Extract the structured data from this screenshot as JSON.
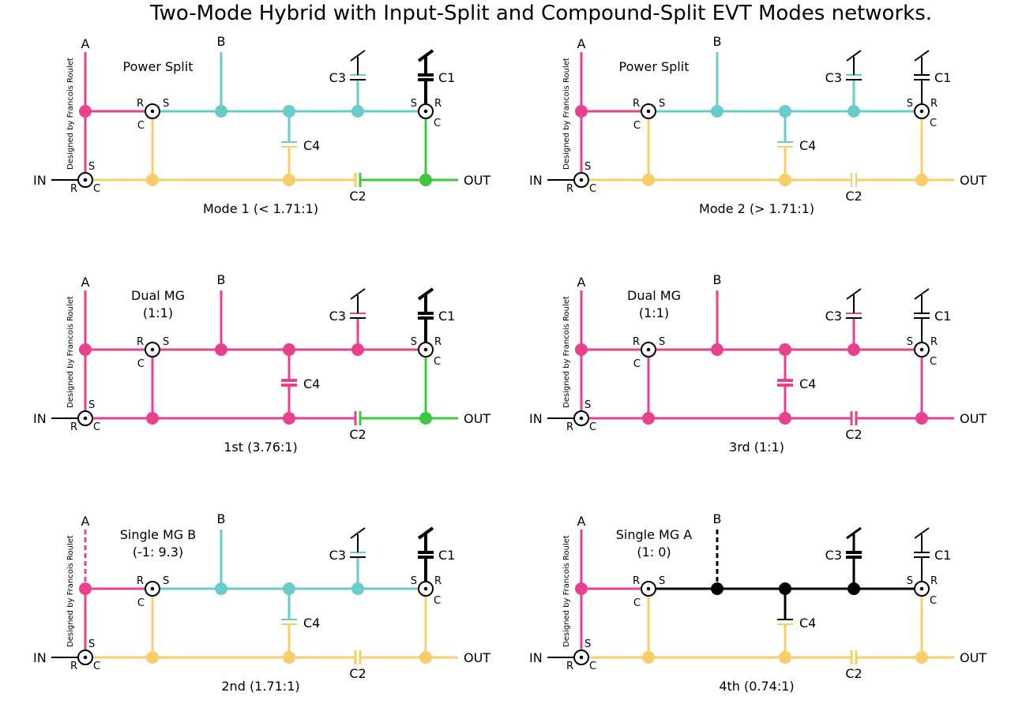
{
  "title": "Two-Mode Hybrid with Input-Split and Compound-Split EVT Modes networks.",
  "colors": {
    "magenta": "#e8408f",
    "teal": "#6acbcb",
    "yellow": "#f8cd6a",
    "green": "#3fc83f",
    "black": "#000000"
  },
  "labels": {
    "A": "A",
    "B": "B",
    "IN": "IN",
    "OUT": "OUT",
    "C1": "C1",
    "C2": "C2",
    "C3": "C3",
    "C4": "C4",
    "R": "R",
    "S": "S",
    "C": "C",
    "credit": "Designed by Francois Roulet"
  },
  "panels": [
    {
      "id": "mode1",
      "title": [
        "Power Split"
      ],
      "caption": "Mode 1 (< 1.71:1)",
      "credit": true,
      "colors": {
        "a": "magenta",
        "b": "teal",
        "top": "teal",
        "bottom": "yellow",
        "out": "green",
        "vlink": "yellow",
        "rightv": "green",
        "c4": "teal",
        "c4b": "yellow",
        "c3": "teal",
        "c1": "black",
        "c2": "yellow",
        "c2b": "green"
      },
      "engaged": {
        "c1": true,
        "c2": true,
        "c3": false,
        "c4": false
      },
      "dashed": {
        "a": false,
        "b": false
      }
    },
    {
      "id": "mode2",
      "title": [
        "Power Split"
      ],
      "caption": "Mode 2 (> 1.71:1)",
      "credit": true,
      "colors": {
        "a": "magenta",
        "b": "teal",
        "top": "teal",
        "bottom": "yellow",
        "out": "yellow",
        "vlink": "yellow",
        "rightv": "yellow",
        "c4": "teal",
        "c4b": "yellow",
        "c3": "teal",
        "c1": "black",
        "c2": "yellow",
        "c2b": "yellow"
      },
      "engaged": {
        "c1": false,
        "c2": false,
        "c3": false,
        "c4": false
      },
      "dashed": {
        "a": false,
        "b": false
      }
    },
    {
      "id": "first",
      "title": [
        "Dual MG",
        "(1:1)"
      ],
      "caption": "1st (3.76:1)",
      "credit": true,
      "colors": {
        "a": "magenta",
        "b": "magenta",
        "top": "magenta",
        "bottom": "magenta",
        "out": "green",
        "vlink": "magenta",
        "rightv": "green",
        "c4": "magenta",
        "c4b": "magenta",
        "c3": "magenta",
        "c1": "black",
        "c2": "magenta",
        "c2b": "green"
      },
      "engaged": {
        "c1": true,
        "c2": true,
        "c3": false,
        "c4": true
      },
      "dashed": {
        "a": false,
        "b": false
      }
    },
    {
      "id": "third",
      "title": [
        "Dual MG",
        "(1:1)"
      ],
      "caption": "3rd (1:1)",
      "credit": true,
      "colors": {
        "a": "magenta",
        "b": "magenta",
        "top": "magenta",
        "bottom": "magenta",
        "out": "magenta",
        "vlink": "magenta",
        "rightv": "magenta",
        "c4": "magenta",
        "c4b": "magenta",
        "c3": "magenta",
        "c1": "black",
        "c2": "magenta",
        "c2b": "magenta"
      },
      "engaged": {
        "c1": false,
        "c2": true,
        "c3": false,
        "c4": true
      },
      "dashed": {
        "a": false,
        "b": false
      }
    },
    {
      "id": "second",
      "title": [
        "Single MG B",
        "(-1: 9.3)"
      ],
      "caption": "2nd (1.71:1)",
      "credit": true,
      "colors": {
        "a": "magenta",
        "b": "teal",
        "top": "teal",
        "bottom": "yellow",
        "out": "yellow",
        "vlink": "yellow",
        "rightv": "yellow",
        "c4": "teal",
        "c4b": "yellow",
        "c3": "teal",
        "c1": "black",
        "c2": "yellow",
        "c2b": "yellow"
      },
      "engaged": {
        "c1": true,
        "c2": true,
        "c3": false,
        "c4": false
      },
      "dashed": {
        "a": true,
        "b": false
      }
    },
    {
      "id": "fourth",
      "title": [
        "Single MG A",
        "(1: 0)"
      ],
      "caption": "4th (0.74:1)",
      "credit": true,
      "colors": {
        "a": "magenta",
        "b": "black",
        "top": "black",
        "bottom": "yellow",
        "out": "yellow",
        "vlink": "yellow",
        "rightv": "yellow",
        "c4": "black",
        "c4b": "yellow",
        "c3": "black",
        "c1": "black",
        "c2": "yellow",
        "c2b": "yellow"
      },
      "engaged": {
        "c1": false,
        "c2": true,
        "c3": true,
        "c4": false
      },
      "dashed": {
        "a": false,
        "b": true
      }
    }
  ]
}
